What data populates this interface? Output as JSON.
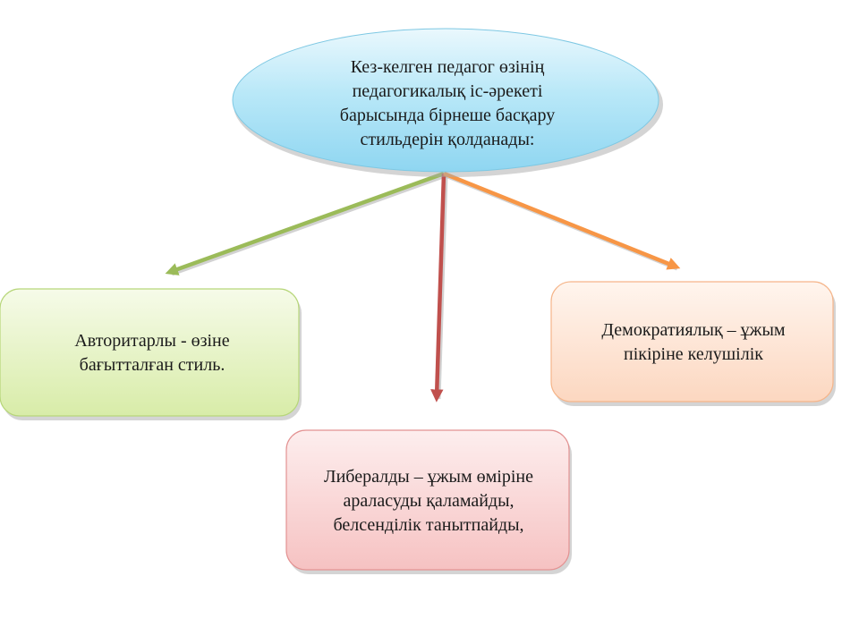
{
  "center": {
    "lines": [
      "Кез-келген педагог өзінің",
      "педагогикалық іс-әрекеті",
      "барысында бірнеше басқару",
      "стильдерін қолданады:"
    ]
  },
  "styles": {
    "authoritarian": {
      "lines": [
        "Авторитарлы - өзіне",
        "бағытталған стиль."
      ]
    },
    "liberal": {
      "lines": [
        "Либералды – ұжым өміріне",
        "араласуды қаламайды,",
        "белсенділік танытпайды,"
      ]
    },
    "democratic": {
      "lines": [
        "Демократиялық – ұжым",
        "пікіріне келушілік"
      ]
    }
  },
  "colors": {
    "arrow_left": "#9bbb59",
    "arrow_down": "#c0504d",
    "arrow_right": "#f79646"
  }
}
